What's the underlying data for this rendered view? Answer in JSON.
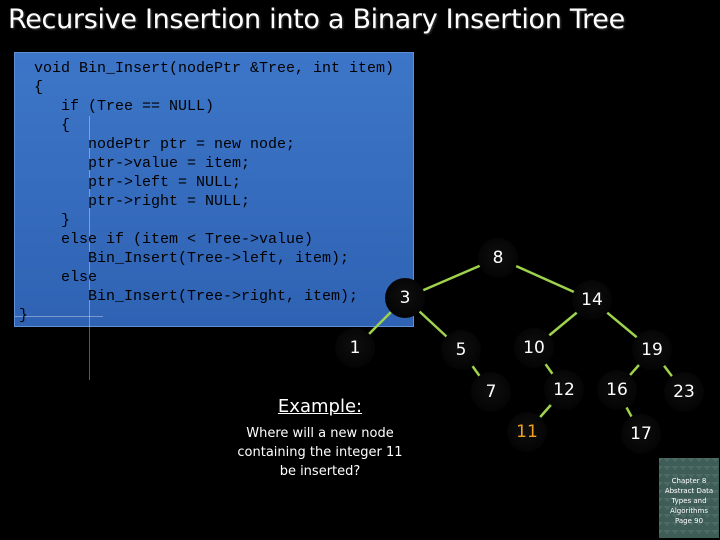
{
  "title": "Recursive Insertion into a Binary Insertion Tree",
  "code": [
    "void Bin_Insert(nodePtr &Tree, int item)",
    "{",
    "   if (Tree == NULL)",
    "   {",
    "      nodePtr ptr = new node;",
    "      ptr->value = item;",
    "      ptr->left = NULL;",
    "      ptr->right = NULL;",
    "   }",
    "   else if (item < Tree->value)",
    "      Bin_Insert(Tree->left, item);",
    "   else",
    "      Bin_Insert(Tree->right, item);",
    "}"
  ],
  "tree": {
    "nodes": [
      {
        "id": "n8",
        "label": "8"
      },
      {
        "id": "n3",
        "label": "3"
      },
      {
        "id": "n14",
        "label": "14"
      },
      {
        "id": "n1",
        "label": "1"
      },
      {
        "id": "n5",
        "label": "5"
      },
      {
        "id": "n10",
        "label": "10"
      },
      {
        "id": "n19",
        "label": "19"
      },
      {
        "id": "n7",
        "label": "7"
      },
      {
        "id": "n12",
        "label": "12"
      },
      {
        "id": "n16",
        "label": "16"
      },
      {
        "id": "n23",
        "label": "23"
      },
      {
        "id": "n11",
        "label": "11"
      },
      {
        "id": "n17",
        "label": "17"
      }
    ],
    "edges": [
      [
        "n8",
        "n3"
      ],
      [
        "n8",
        "n14"
      ],
      [
        "n3",
        "n1"
      ],
      [
        "n3",
        "n5"
      ],
      [
        "n14",
        "n10"
      ],
      [
        "n14",
        "n19"
      ],
      [
        "n5",
        "n7"
      ],
      [
        "n10",
        "n12"
      ],
      [
        "n19",
        "n16"
      ],
      [
        "n19",
        "n23"
      ],
      [
        "n12",
        "n11"
      ],
      [
        "n16",
        "n17"
      ]
    ],
    "new_node": "n11",
    "edge_color": "#9fd24d",
    "new_node_color": "#f0a020"
  },
  "example": {
    "heading": "Example:",
    "lines": [
      "Where will a new node",
      "containing the integer 11",
      "be inserted?"
    ]
  },
  "badge": {
    "lines": [
      "Chapter 8",
      "Abstract Data",
      "Types and",
      "Algorithms",
      "Page 90"
    ]
  }
}
